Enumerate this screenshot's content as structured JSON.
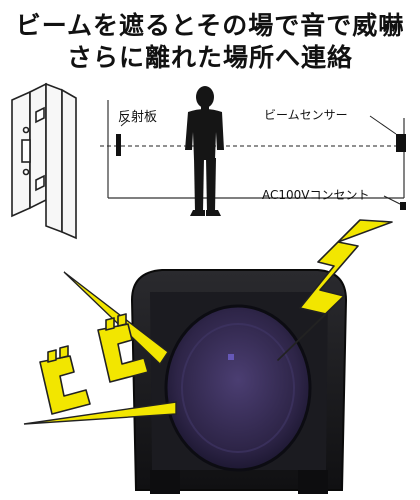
{
  "headline": {
    "line1": "ビームを遮るとその場で音で威嚇",
    "line2": "さらに離れた場所へ連絡"
  },
  "diagram": {
    "reflector_label": "反射板",
    "sensor_label": "ビームセンサー",
    "outlet_label": "AC100Vコンセント"
  },
  "sound_effect": {
    "text": "ビビ"
  },
  "colors": {
    "text": "#111111",
    "accent_yellow": "#f2e600",
    "device_body": "#1c1c1f",
    "device_lens": "#3a2f5a"
  }
}
